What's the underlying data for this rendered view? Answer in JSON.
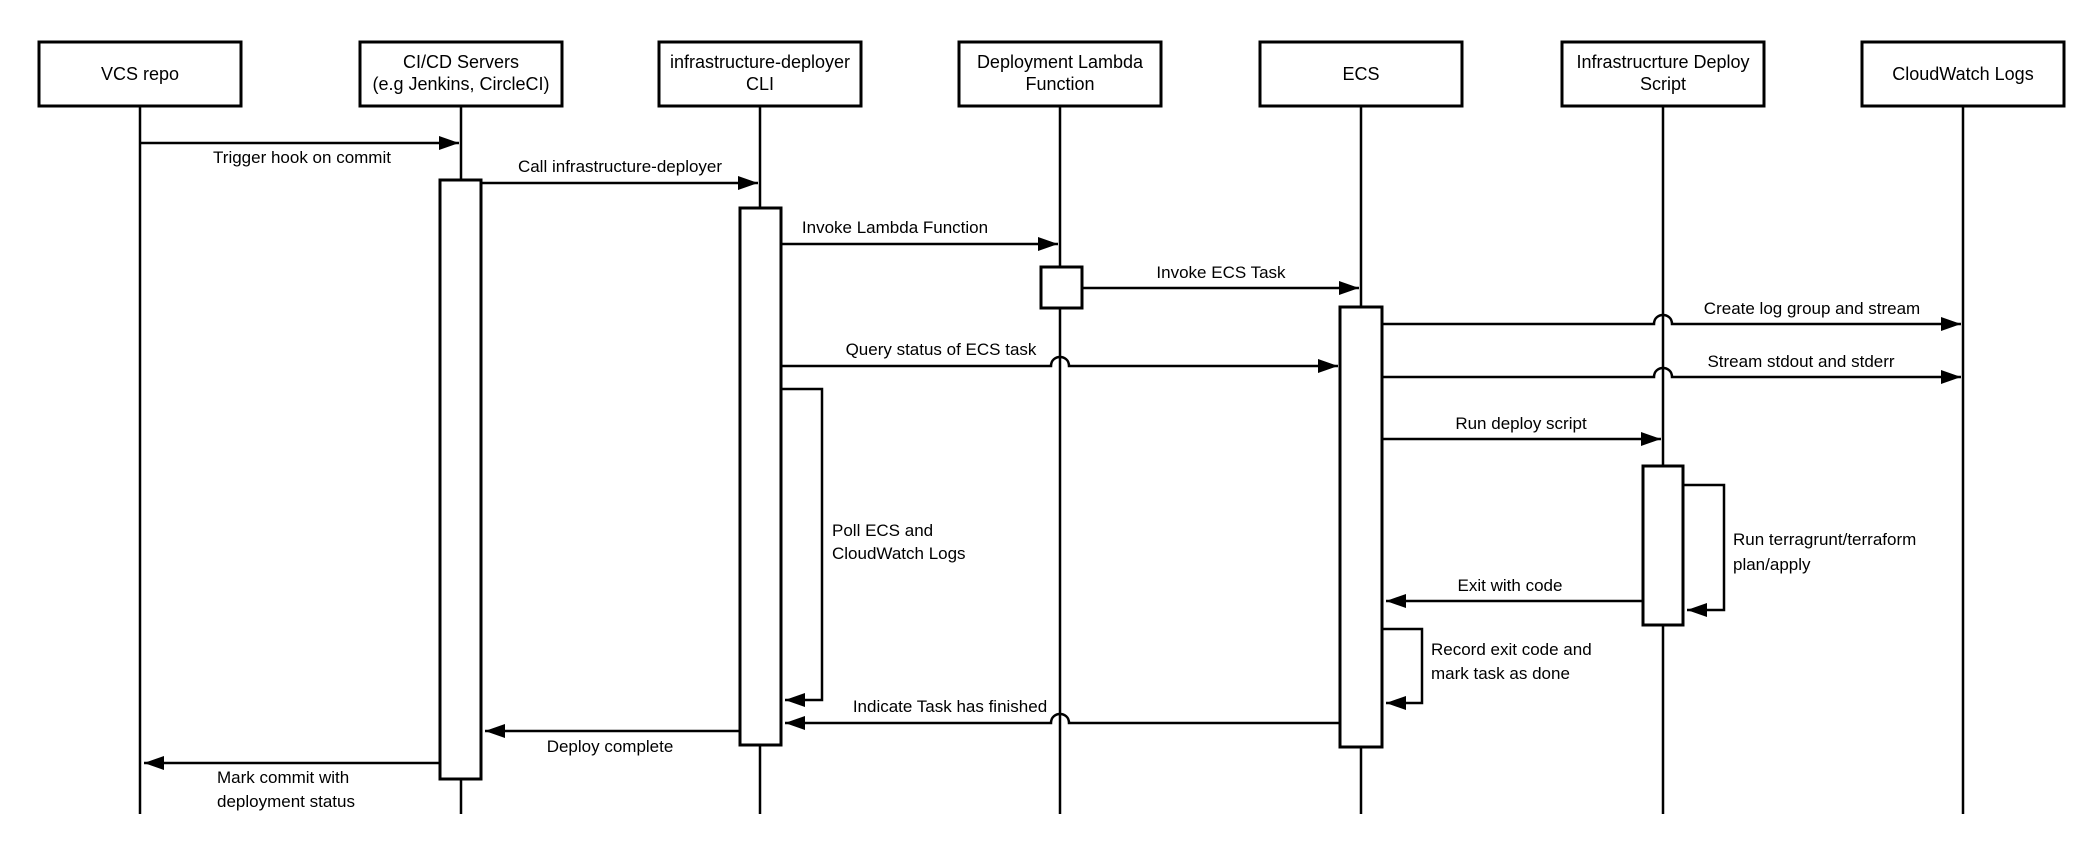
{
  "diagram": {
    "type": "uml-sequence-diagram",
    "colors": {
      "line": "#000000",
      "background": "#ffffff",
      "box_fill": "#ffffff",
      "text": "#000000"
    },
    "actors": [
      {
        "id": "vcs",
        "label_lines": [
          "VCS repo",
          ""
        ]
      },
      {
        "id": "cicd",
        "label_lines": [
          "CI/CD Servers",
          "(e.g Jenkins, CircleCI)"
        ]
      },
      {
        "id": "cli",
        "label_lines": [
          "infrastructure-deployer",
          "CLI"
        ]
      },
      {
        "id": "lambda",
        "label_lines": [
          "Deployment Lambda",
          "Function"
        ]
      },
      {
        "id": "ecs",
        "label_lines": [
          "ECS",
          ""
        ]
      },
      {
        "id": "script",
        "label_lines": [
          "Infrastrucrture Deploy",
          "Script"
        ]
      },
      {
        "id": "cloudwatch",
        "label_lines": [
          "CloudWatch Logs",
          ""
        ]
      }
    ],
    "messages": [
      {
        "from": "vcs",
        "to": "cicd",
        "label": "Trigger hook on commit"
      },
      {
        "from": "cicd",
        "to": "cli",
        "label": "Call infrastructure-deployer"
      },
      {
        "from": "cli",
        "to": "lambda",
        "label": "Invoke Lambda Function"
      },
      {
        "from": "lambda",
        "to": "ecs",
        "label": "Invoke ECS Task"
      },
      {
        "from": "ecs",
        "to": "cloudwatch",
        "label": "Create log group and stream"
      },
      {
        "from": "cli",
        "to": "ecs",
        "label": "Query status of ECS task"
      },
      {
        "from": "ecs",
        "to": "cloudwatch",
        "label": "Stream stdout and stderr"
      },
      {
        "from": "ecs",
        "to": "script",
        "label": "Run deploy script"
      },
      {
        "from": "script",
        "to": "script",
        "type": "self",
        "label_lines": [
          "Run terragrunt/terraform",
          "plan/apply"
        ]
      },
      {
        "from": "script",
        "to": "ecs",
        "label": "Exit with code"
      },
      {
        "from": "ecs",
        "to": "ecs",
        "type": "self",
        "label_lines": [
          "Record exit code and",
          "mark task as done"
        ]
      },
      {
        "from": "cli",
        "to": "cli",
        "type": "self",
        "label_lines": [
          "Poll ECS and",
          "CloudWatch Logs"
        ]
      },
      {
        "from": "ecs",
        "to": "cli",
        "label": "Indicate Task has finished"
      },
      {
        "from": "cli",
        "to": "cicd",
        "label": "Deploy complete"
      },
      {
        "from": "cicd",
        "to": "vcs",
        "label_lines": [
          "Mark commit with",
          "deployment status"
        ]
      }
    ]
  }
}
